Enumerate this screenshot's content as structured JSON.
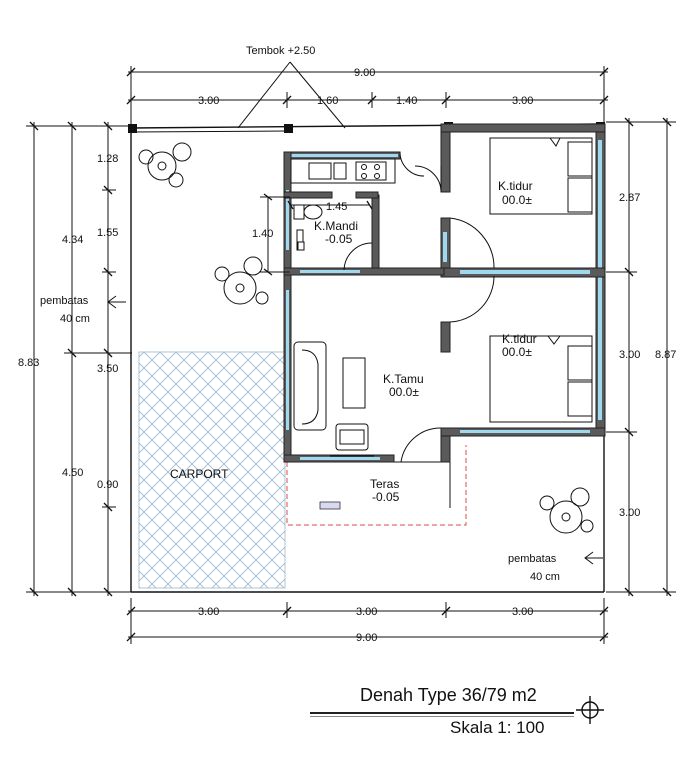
{
  "labels": {
    "wall_note": "Tembok +2.50",
    "carport": "CARPORT",
    "teras_name": "Teras",
    "teras_level": "-0.05",
    "kamar_mandi_name": "K.Mandi",
    "kamar_mandi_level": "-0.05",
    "kamar_tamu_name": "K.Tamu",
    "kamar_tamu_level": "00.0±",
    "kamar_tidur_1_name": "K.tidur",
    "kamar_tidur_1_level": "00.0±",
    "kamar_tidur_2_name": "K.tidur",
    "kamar_tidur_2_level": "00.0±",
    "pembatas_left_1": "pembatas",
    "pembatas_left_2": "40 cm",
    "pembatas_right_1": "pembatas",
    "pembatas_right_2": "40 cm"
  },
  "dimensions": {
    "top_total": "9.00",
    "top_1": "3.00",
    "top_2": "1.60",
    "top_3": "1.40",
    "top_4": "3.00",
    "bottom_1": "3.00",
    "bottom_2": "3.00",
    "bottom_3": "3.00",
    "bottom_total": "9.00",
    "left_outer": "8.83",
    "left_upper": "4.34",
    "left_lower": "4.50",
    "left_a": "1.28",
    "left_b": "1.55",
    "left_c": "3.50",
    "left_d": "0.90",
    "right_1": "2.87",
    "right_2": "3.00",
    "right_3": "3.00",
    "right_total": "8.87",
    "bath_w": "1.45",
    "bath_h": "1.40"
  },
  "title": {
    "main": "Denah Type 36/79 m2",
    "scale": "Skala 1: 100"
  },
  "icons": {
    "north": "north-arrow-icon"
  }
}
